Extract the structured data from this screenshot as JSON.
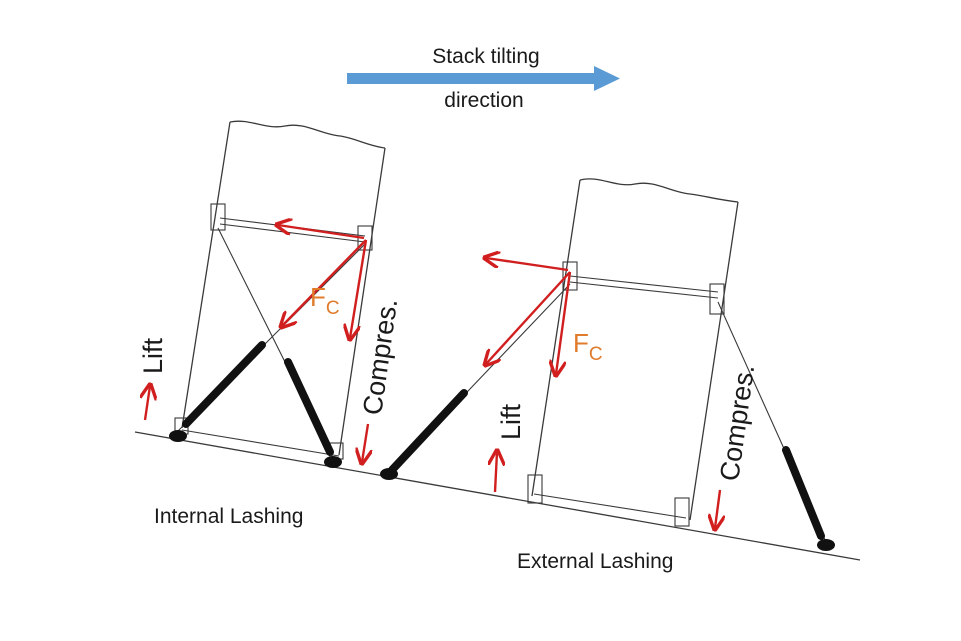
{
  "direction_label": {
    "line1": "Stack tilting",
    "line2": "direction"
  },
  "left_panel": {
    "caption": "Internal Lashing",
    "lift_label": "Lift",
    "compress_label": "Compres.",
    "force_label": "F",
    "force_subscript": "C"
  },
  "right_panel": {
    "caption": "External Lashing",
    "lift_label": "Lift",
    "compress_label": "Compres.",
    "force_label": "F",
    "force_subscript": "C"
  },
  "colors": {
    "direction_arrow": "#5b9bd5",
    "force_arrow": "#d11f1f",
    "force_text": "#e07b2b",
    "structure": "#3a3a3a",
    "lashing_rod": "#111111"
  }
}
